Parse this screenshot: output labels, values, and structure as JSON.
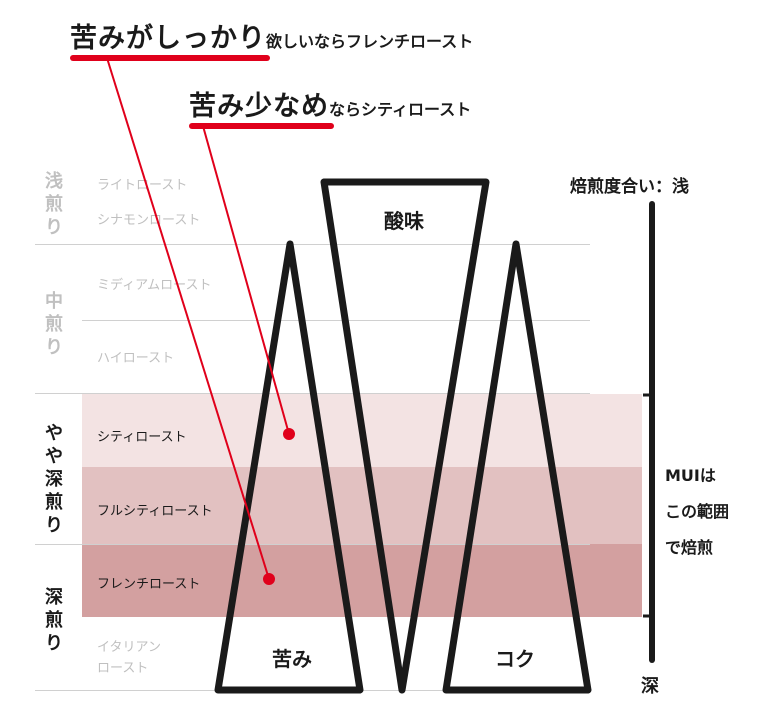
{
  "callouts": {
    "strong_main": "苦みがしっかり",
    "strong_rest": "欲しいならフレンチロースト",
    "light_main": "苦み少なめ",
    "light_rest": "ならシティロースト"
  },
  "groups": [
    {
      "label": "浅煎り",
      "style": "pale"
    },
    {
      "label": "中煎り",
      "style": "pale"
    },
    {
      "label": "やや深煎り",
      "style": "dark"
    },
    {
      "label": "深煎り",
      "style": "dark"
    }
  ],
  "roasts": [
    {
      "label": "ライトロースト",
      "style": "pale"
    },
    {
      "label": "シナモンロースト",
      "style": "pale"
    },
    {
      "label": "ミディアムロースト",
      "style": "pale"
    },
    {
      "label": "ハイロースト",
      "style": "pale"
    },
    {
      "label": "シティロースト",
      "style": "dark"
    },
    {
      "label": "フルシティロースト",
      "style": "dark"
    },
    {
      "label": "フレンチロースト",
      "style": "dark"
    },
    {
      "label": "イタリアン\nロースト",
      "style": "pale"
    }
  ],
  "triangles": {
    "acidity": "酸味",
    "bitterness": "苦み",
    "body": "コク"
  },
  "scale": {
    "top": "焙煎度合い：浅",
    "bottom": "深",
    "range_note": [
      "MUIは",
      "この範囲",
      "で焙煎"
    ]
  },
  "colors": {
    "accent": "#e0001b",
    "band_light": "#f3e3e3",
    "band_mid": "#e2c1c1",
    "band_dark": "#d3a0a0",
    "outline": "#1a1a1a"
  }
}
